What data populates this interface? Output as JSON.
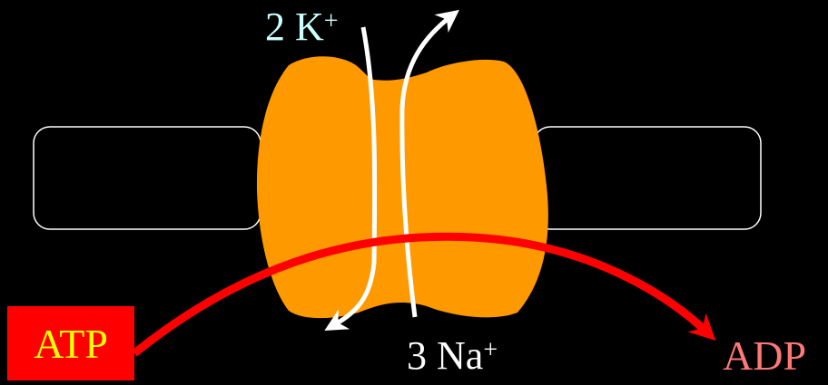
{
  "colors": {
    "background": "#000000",
    "pump": "#FF9900",
    "membrane_outline": "#FFFFFF",
    "ion_arrow": "#FFFFFF",
    "energy_arrow": "#FF0000",
    "potassium_text": "#CCFFFF",
    "sodium_text": "#FFFFFF",
    "atp_box": "#FF0000",
    "atp_text": "#FFFF00",
    "adp_text": "#FF7777"
  },
  "potassium": {
    "count": "2 K",
    "charge": "+"
  },
  "sodium": {
    "count": "3 Na",
    "charge": "+"
  },
  "atp_label": "ATP",
  "adp_label": "ADP",
  "icons": {
    "pump": "sodium-potassium-pump-shape",
    "membrane_left": "membrane-segment",
    "membrane_right": "membrane-segment",
    "k_arrow": "curved-arrow-down",
    "na_arrow": "curved-arrow-up",
    "energy_arrow": "curved-arrow-right"
  }
}
